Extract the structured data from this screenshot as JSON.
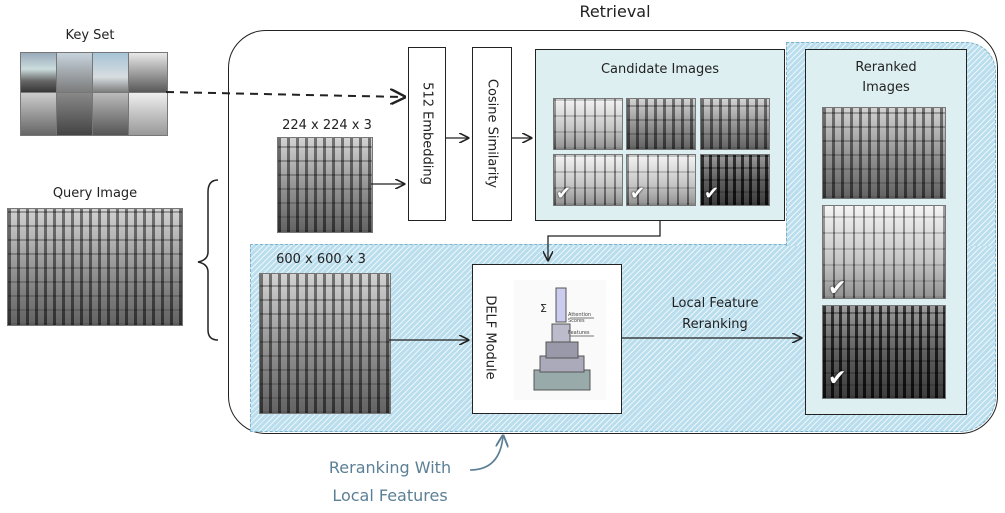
{
  "title": "Retrieval",
  "key_set_label": "Key Set",
  "query_image_label": "Query Image",
  "size_224": "224 x 224 x 3",
  "size_600": "600 x 600 x 3",
  "embedding_label": "512 Embedding",
  "cosine_label": "Cosine Similarity",
  "candidate_images_label": "Candidate Images",
  "reranked_images_label_1": "Reranked",
  "reranked_images_label_2": "Images",
  "delf_module_label": "DELF Module",
  "local_feature_label_1": "Local Feature",
  "local_feature_label_2": "Reranking",
  "annotation_line_1": "Reranking With",
  "annotation_line_2": "Local Features",
  "delf_inner": {
    "sigma": "Σ",
    "attention_scores": "Attention Scores",
    "features": "Features"
  },
  "check_glyph": "✔",
  "colors": {
    "hatch": "#cfe8f3",
    "panel": "#deeff2",
    "annotation": "#5b7f96",
    "border": "#222222"
  }
}
